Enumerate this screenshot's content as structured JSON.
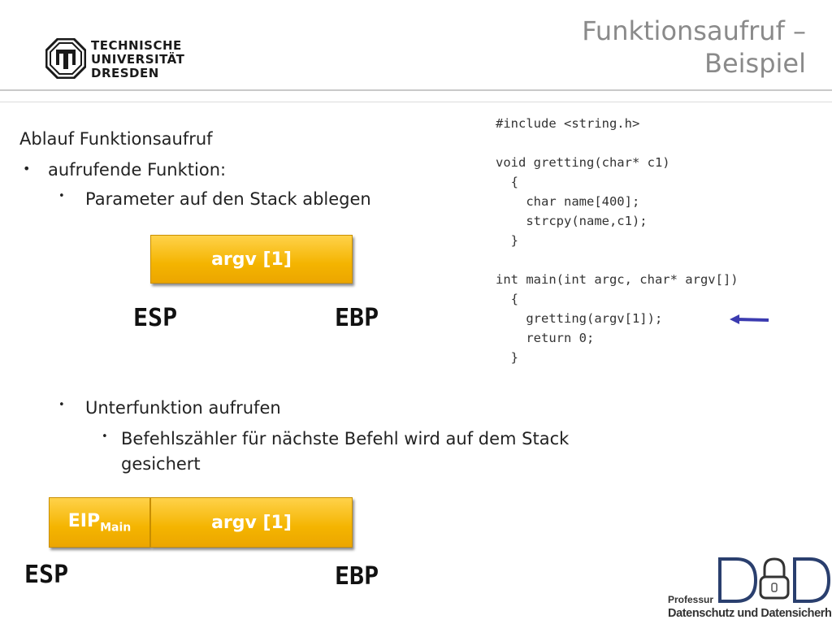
{
  "header": {
    "university_line1": "TECHNISCHE",
    "university_line2": "UNIVERSITÄT",
    "university_line3": "DRESDEN",
    "title_line1": "Funktionsaufruf –",
    "title_line2": "Beispiel"
  },
  "bullets": {
    "heading": "Ablauf Funktionsaufruf",
    "l1_item": "aufrufende Funktion:",
    "l2_item_a": "Parameter auf den Stack ablegen",
    "l2_item_b": "Unterfunktion aufrufen",
    "l3_item_line1": "Befehlszähler für nächste Befehl wird auf dem Stack",
    "l3_item_line2": "gesichert",
    "bullet_glyph": "•"
  },
  "code": {
    "lines": [
      "#include <string.h>",
      "",
      "void gretting(char* c1)",
      "  {",
      "    char name[400];",
      "    strcpy(name,c1);",
      "  }",
      "",
      "int main(int argc, char* argv[])",
      "  {",
      "    gretting(argv[1]);",
      "    return 0;",
      "  }"
    ],
    "arrow_color": "#3b3bb0"
  },
  "stack1": {
    "box_label": "argv [1]",
    "esp": "ESP",
    "ebp": "EBP"
  },
  "stack2": {
    "eip_label": "EIP",
    "eip_sub": "Main",
    "box_label": "argv [1]",
    "esp": "ESP",
    "ebp": "EBP"
  },
  "footer_logo": {
    "letters": "DuD",
    "line1": "Professur",
    "line2": "Datenschutz und Datensicherheit"
  },
  "colors": {
    "box_yellow": "#f4b400",
    "title_gray": "#8a8a8a"
  }
}
